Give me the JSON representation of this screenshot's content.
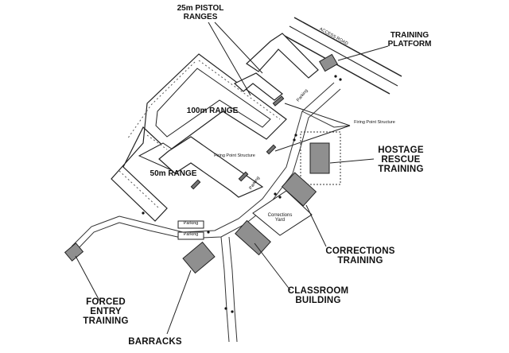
{
  "labels": {
    "pistol_ranges": "25m PISTOL\nRANGES",
    "training_platform": "TRAINING\nPLATFORM",
    "range_100m": "100m RANGE",
    "range_50m": "50m RANGE",
    "firing_point_left": "Firing Point Structure",
    "firing_point_right": "Firing Point Structure",
    "hostage_rescue": "HOSTAGE\nRESCUE\nTRAINING",
    "corrections_yard": "Corrections\nYard",
    "corrections_training": "CORRECTIONS\nTRAINING",
    "classroom": "CLASSROOM\nBUILDING",
    "forced_entry": "FORCED\nENTRY\nTRAINING",
    "barracks": "BARRACKS",
    "access_road": "ACCESS ROAD",
    "parking_1": "Parking",
    "parking_2": "Parking",
    "parking_3": "Parking",
    "parking_4": "Parking"
  },
  "colors": {
    "building": "#8f8f8f",
    "berm": "#ffffff",
    "outline": "#222222"
  }
}
